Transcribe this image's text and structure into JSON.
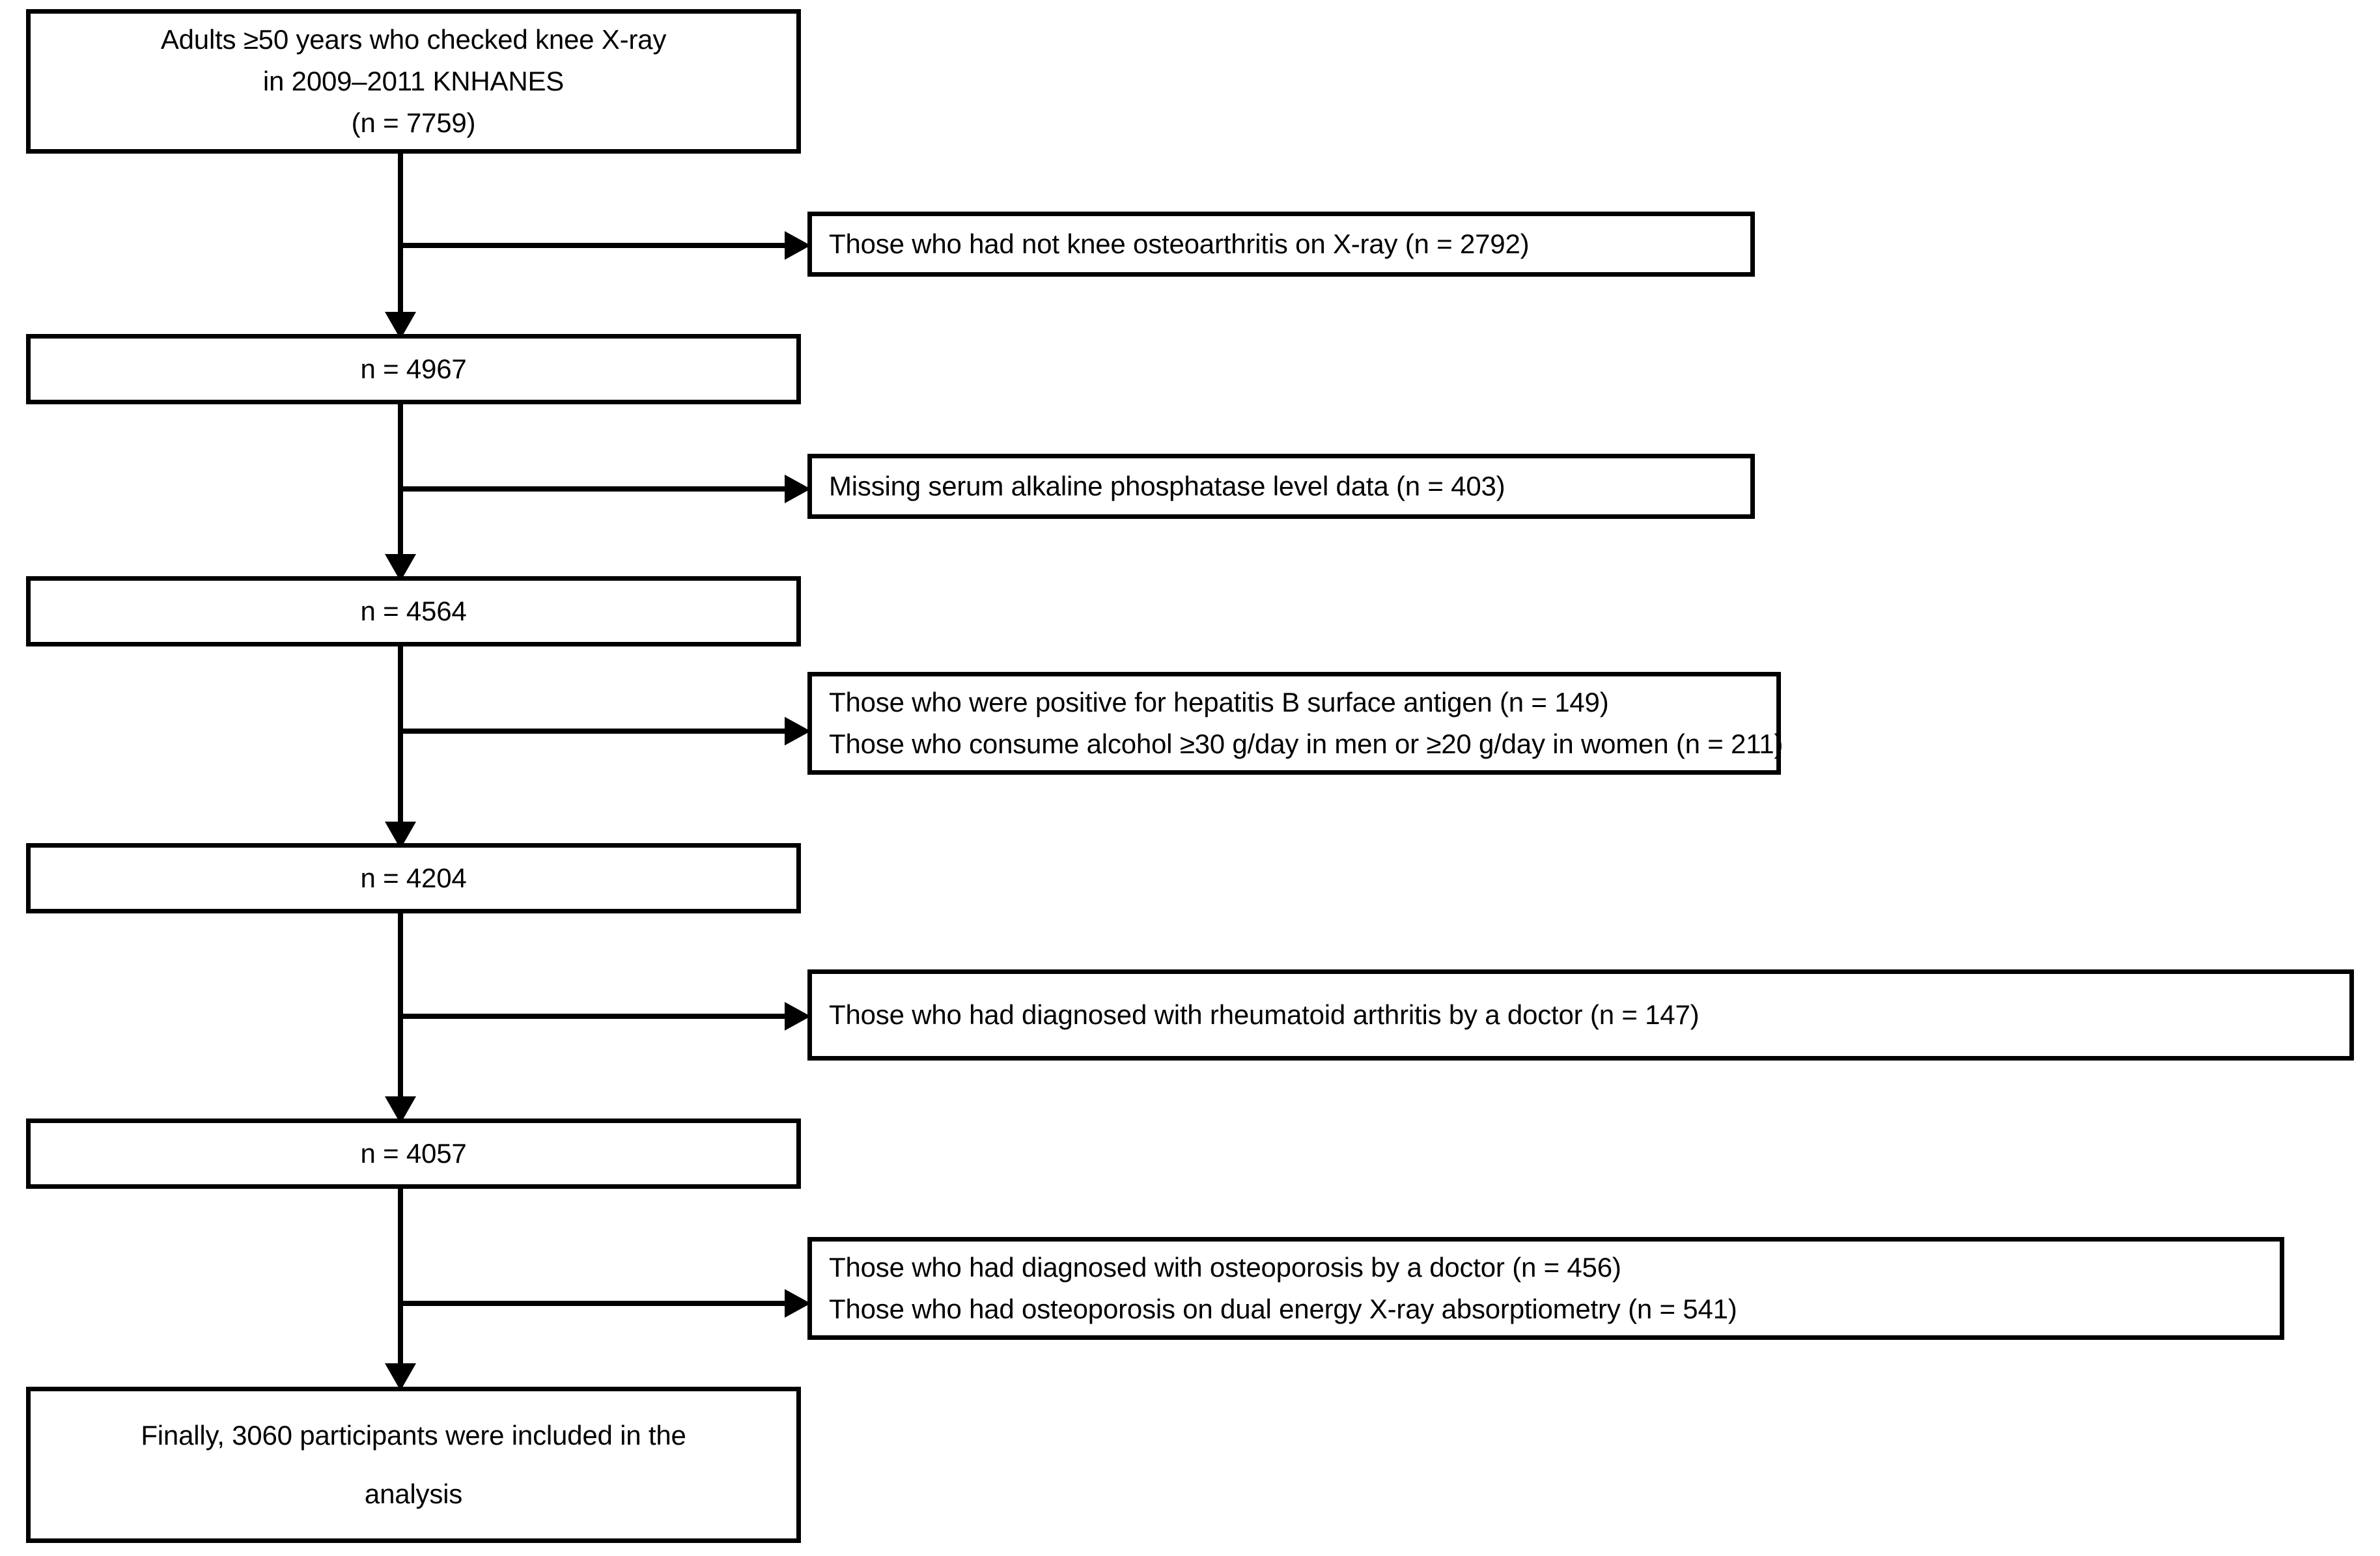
{
  "diagram": {
    "title": "Study participant selection flow diagram",
    "colors": {
      "box_border": "#000000",
      "connector": "#000000",
      "background": "#ffffff",
      "text": "#000000"
    },
    "main_nodes": [
      {
        "id": "source-population",
        "lines": [
          "Adults ≥50 years who checked knee X-ray",
          "in 2009–2011 KNHANES",
          "(n = 7759)"
        ]
      },
      {
        "id": "after-exclusion-1",
        "lines": [
          "n = 4967"
        ]
      },
      {
        "id": "after-exclusion-2",
        "lines": [
          "n = 4564"
        ]
      },
      {
        "id": "after-exclusion-3",
        "lines": [
          "n = 4204"
        ]
      },
      {
        "id": "after-exclusion-4",
        "lines": [
          "n = 4057"
        ]
      },
      {
        "id": "final-analysis-sample",
        "lines": [
          "Finally, 3060 participants were included in the",
          "analysis"
        ]
      }
    ],
    "exclusion_nodes": [
      {
        "id": "exclusion-no-knee-oa",
        "lines": [
          "Those who had not knee osteoarthritis on X-ray (n = 2792)"
        ]
      },
      {
        "id": "exclusion-missing-alp",
        "lines": [
          "Missing serum alkaline phosphatase level data (n = 403)"
        ]
      },
      {
        "id": "exclusion-hbsag-alcohol",
        "lines": [
          "Those who were positive for hepatitis B surface antigen (n = 149)",
          "Those who consume alcohol ≥30 g/day in men or ≥20 g/day in women (n = 211)"
        ]
      },
      {
        "id": "exclusion-rheumatoid-arthritis",
        "lines": [
          "Those who had diagnosed with rheumatoid arthritis by a doctor (n = 147)"
        ]
      },
      {
        "id": "exclusion-osteoporosis",
        "lines": [
          "Those who had diagnosed with osteoporosis by a doctor (n = 456)",
          "Those who had osteoporosis on dual energy X-ray absorptiometry  (n = 541)"
        ]
      }
    ]
  }
}
